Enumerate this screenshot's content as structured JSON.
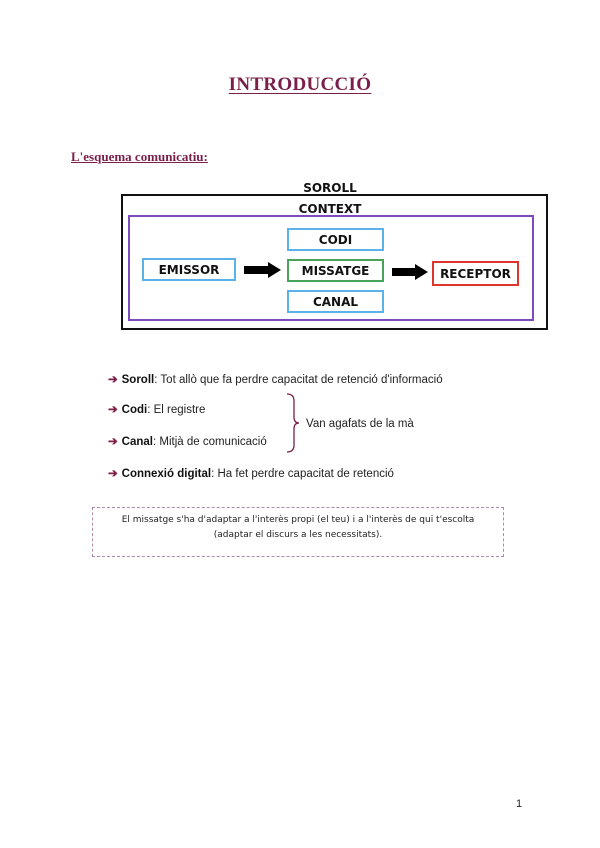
{
  "page": {
    "title": "INTRODUCCIÓ",
    "subtitle": "L'esquema comunicatiu:",
    "page_number": "1"
  },
  "diagram": {
    "outer_label": "SOROLL",
    "inner_label": "CONTEXT",
    "emitter": "EMISSOR",
    "code": "CODI",
    "message": "MISSATGE",
    "channel": "CANAL",
    "receiver": "RECEPTOR",
    "colors": {
      "outer_border": "#111111",
      "inner_border": "#7b4bbf",
      "blue_box": "#5ab2e8",
      "green_box": "#4aa35a",
      "red_box": "#e0342c"
    }
  },
  "bullets": [
    {
      "term": "Soroll",
      "text": ": Tot allò que fa perdre capacitat de retenció d'informació"
    },
    {
      "term": "Codi",
      "text": ": El registre"
    },
    {
      "term": "Canal",
      "text": ": Mitjà de comunicació"
    },
    {
      "term": "Connexió digital",
      "text": ": Ha fet perdre capacitat de retenció"
    }
  ],
  "brace_note": "Van agafats de la mà",
  "callout": {
    "line1": "El missatge s'ha d'adaptar a l'interès propi (el teu) i a l'interès de qui t'escolta",
    "line2": "(adaptar el discurs a les necessitats)."
  },
  "bullet_marker": "➔"
}
